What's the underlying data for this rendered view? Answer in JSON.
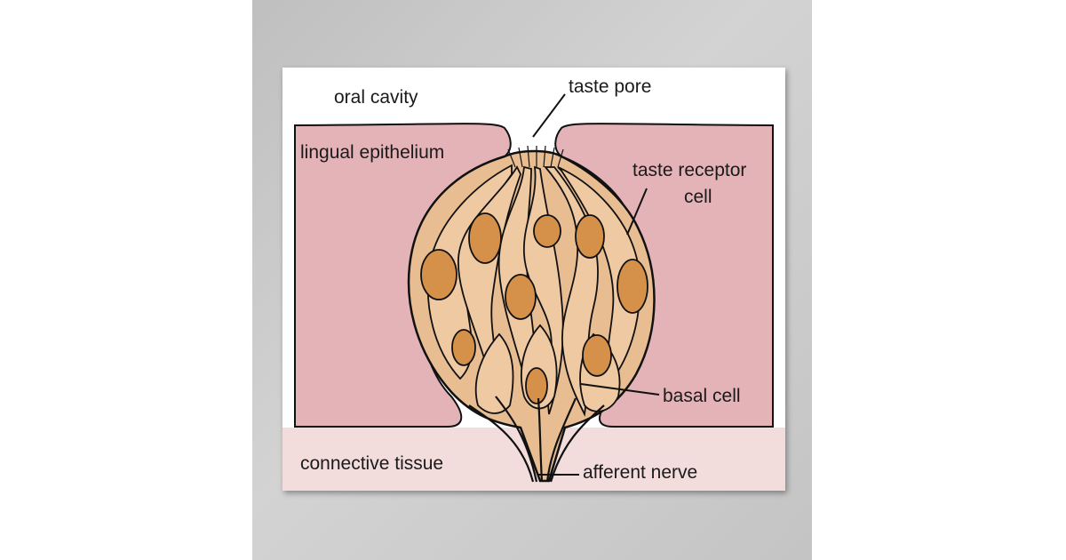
{
  "labels": {
    "oral_cavity": "oral cavity",
    "taste_pore": "taste pore",
    "lingual_epithelium": "lingual epithelium",
    "taste_receptor_cell_line1": "taste receptor",
    "taste_receptor_cell_line2": "cell",
    "basal_cell": "basal cell",
    "connective_tissue": "connective tissue",
    "afferent_nerve": "afferent nerve"
  },
  "colors": {
    "background": "#ffffff",
    "wall": "#c8c8c8",
    "epithelium": "#e3b3b8",
    "connective_tissue": "#f2dcdc",
    "taste_bud": "#e8bd92",
    "cell_body": "#efc9a2",
    "nucleus": "#d5914a",
    "outline": "#111111"
  }
}
